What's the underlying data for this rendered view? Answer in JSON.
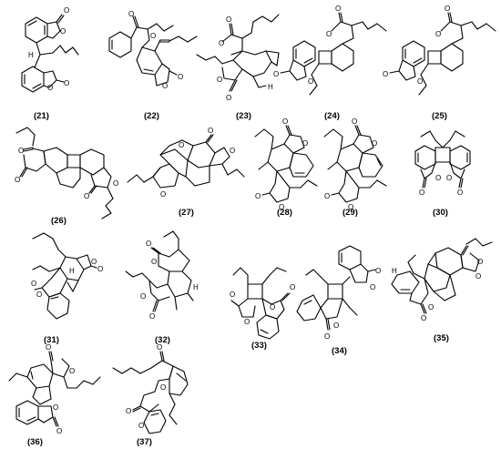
{
  "figure": {
    "compounds": [
      {
        "id": "21",
        "label": "(21)",
        "atoms": [
          "O",
          "O",
          "O",
          "O",
          "H"
        ]
      },
      {
        "id": "22",
        "label": "(22)",
        "atoms": [
          "O",
          "O",
          "O",
          "O"
        ]
      },
      {
        "id": "23",
        "label": "(23)",
        "atoms": [
          "O",
          "O",
          "O",
          "O",
          "H"
        ]
      },
      {
        "id": "24",
        "label": "(24)",
        "atoms": [
          "O",
          "O",
          "O",
          "O"
        ]
      },
      {
        "id": "25",
        "label": "(25)",
        "atoms": [
          "O",
          "O",
          "O",
          "O"
        ]
      },
      {
        "id": "26",
        "label": "(26)",
        "atoms": [
          "O",
          "O",
          "O",
          "O"
        ]
      },
      {
        "id": "27",
        "label": "(27)",
        "atoms": [
          "O",
          "O",
          "O",
          "O"
        ]
      },
      {
        "id": "28",
        "label": "(28)",
        "atoms": [
          "O",
          "O",
          "O",
          "O"
        ]
      },
      {
        "id": "29",
        "label": "(29)",
        "atoms": [
          "O",
          "O",
          "O",
          "O"
        ]
      },
      {
        "id": "30",
        "label": "(30)",
        "atoms": [
          "O",
          "O",
          "O",
          "O"
        ]
      },
      {
        "id": "31",
        "label": "(31)",
        "atoms": [
          "O",
          "O",
          "O",
          "O",
          "H"
        ]
      },
      {
        "id": "32",
        "label": "(32)",
        "atoms": [
          "O",
          "O",
          "O",
          "O",
          "H"
        ]
      },
      {
        "id": "33",
        "label": "(33)",
        "atoms": [
          "O",
          "O",
          "O",
          "O"
        ]
      },
      {
        "id": "34",
        "label": "(34)",
        "atoms": [
          "O",
          "O",
          "O",
          "O"
        ]
      },
      {
        "id": "35",
        "label": "(35)",
        "atoms": [
          "O",
          "O",
          "O",
          "O",
          "H"
        ]
      },
      {
        "id": "36",
        "label": "(36)",
        "atoms": [
          "O",
          "O",
          "O",
          "O"
        ]
      },
      {
        "id": "37",
        "label": "(37)",
        "atoms": [
          "O",
          "O",
          "O",
          "O"
        ]
      }
    ]
  }
}
